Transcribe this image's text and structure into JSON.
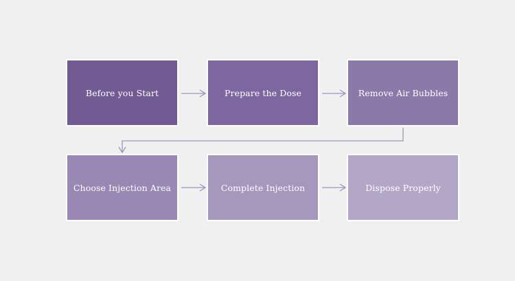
{
  "diagram": {
    "type": "process-flow",
    "steps": [
      {
        "label": "Before you Start",
        "color": "#725a93"
      },
      {
        "label": "Prepare the Dose",
        "color": "#7e67a0"
      },
      {
        "label": "Remove Air Bubbles",
        "color": "#8b79a9"
      },
      {
        "label": "Choose Injection Area",
        "color": "#9888b3"
      },
      {
        "label": "Complete Injection",
        "color": "#a697bd"
      },
      {
        "label": "Dispose Properly",
        "color": "#b3a7c7"
      }
    ],
    "connector_color": "#9d93be",
    "background": "#f0f0f0"
  }
}
